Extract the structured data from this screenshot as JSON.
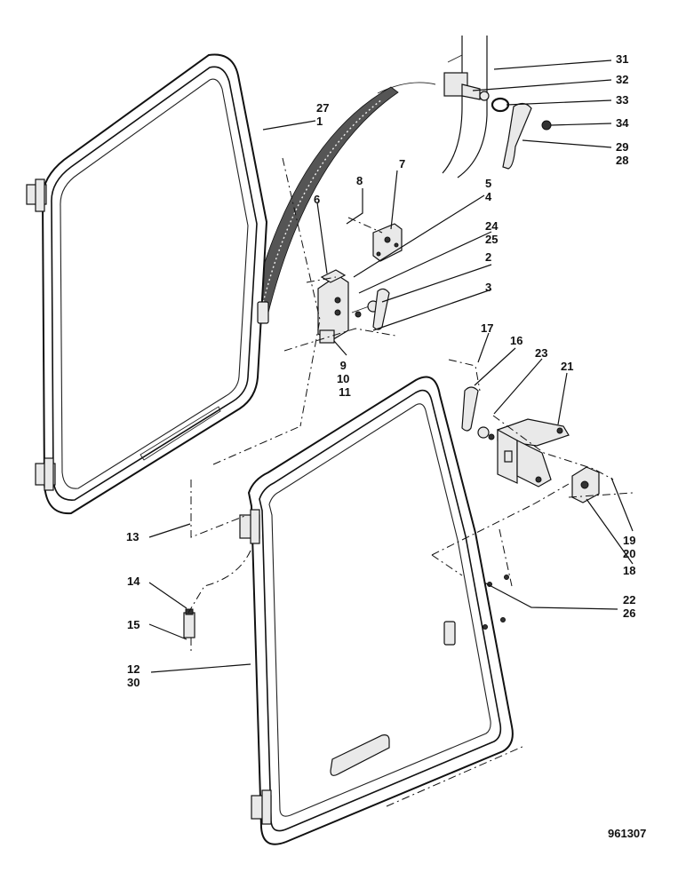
{
  "drawing_number": "961307",
  "callouts": [
    {
      "id": "c31",
      "lines": [
        "31"
      ]
    },
    {
      "id": "c32",
      "lines": [
        "32"
      ]
    },
    {
      "id": "c33",
      "lines": [
        "33"
      ]
    },
    {
      "id": "c34",
      "lines": [
        "34"
      ]
    },
    {
      "id": "c29",
      "lines": [
        "29",
        "28"
      ]
    },
    {
      "id": "c27",
      "lines": [
        "27",
        "1"
      ]
    },
    {
      "id": "c7",
      "lines": [
        "7"
      ]
    },
    {
      "id": "c8",
      "lines": [
        "8"
      ]
    },
    {
      "id": "c5",
      "lines": [
        "5",
        "4"
      ]
    },
    {
      "id": "c6",
      "lines": [
        "6"
      ]
    },
    {
      "id": "c24",
      "lines": [
        "24",
        "25"
      ]
    },
    {
      "id": "c2",
      "lines": [
        "2"
      ]
    },
    {
      "id": "c3",
      "lines": [
        "3"
      ]
    },
    {
      "id": "c9",
      "lines": [
        "9",
        "10",
        "11"
      ]
    },
    {
      "id": "c17",
      "lines": [
        "17"
      ]
    },
    {
      "id": "c16",
      "lines": [
        "16"
      ]
    },
    {
      "id": "c23",
      "lines": [
        "23"
      ]
    },
    {
      "id": "c21",
      "lines": [
        "21"
      ]
    },
    {
      "id": "c19",
      "lines": [
        "19",
        "20"
      ]
    },
    {
      "id": "c18",
      "lines": [
        "18"
      ]
    },
    {
      "id": "c13",
      "lines": [
        "13"
      ]
    },
    {
      "id": "c14",
      "lines": [
        "14"
      ]
    },
    {
      "id": "c15",
      "lines": [
        "15"
      ]
    },
    {
      "id": "c22",
      "lines": [
        "22",
        "26"
      ]
    },
    {
      "id": "c12",
      "lines": [
        "12",
        "30"
      ]
    }
  ]
}
